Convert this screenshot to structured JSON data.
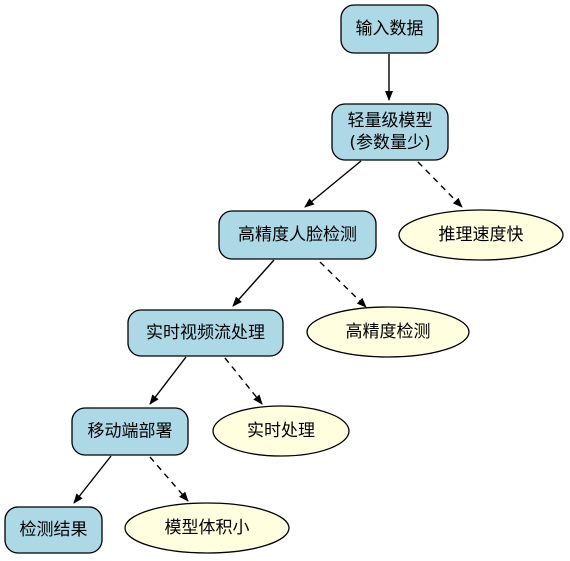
{
  "colors": {
    "process_fill": "#add8e6",
    "feature_fill": "#ffffe0",
    "stroke": "#000000"
  },
  "nodes": [
    {
      "id": "input",
      "kind": "process",
      "lines": [
        "输入数据"
      ]
    },
    {
      "id": "model",
      "kind": "process",
      "lines": [
        "轻量级模型",
        "(参数量少)"
      ]
    },
    {
      "id": "fast",
      "kind": "feature",
      "lines": [
        "推理速度快"
      ]
    },
    {
      "id": "face",
      "kind": "process",
      "lines": [
        "高精度人脸检测"
      ]
    },
    {
      "id": "hp",
      "kind": "feature",
      "lines": [
        "高精度检测"
      ]
    },
    {
      "id": "video",
      "kind": "process",
      "lines": [
        "实时视频流处理"
      ]
    },
    {
      "id": "rt",
      "kind": "feature",
      "lines": [
        "实时处理"
      ]
    },
    {
      "id": "mobile",
      "kind": "process",
      "lines": [
        "移动端部署"
      ]
    },
    {
      "id": "small",
      "kind": "feature",
      "lines": [
        "模型体积小"
      ]
    },
    {
      "id": "result",
      "kind": "process",
      "lines": [
        "检测结果"
      ]
    }
  ],
  "edges": [
    {
      "from": "input",
      "to": "model",
      "style": "solid"
    },
    {
      "from": "model",
      "to": "face",
      "style": "solid"
    },
    {
      "from": "model",
      "to": "fast",
      "style": "dashed"
    },
    {
      "from": "face",
      "to": "video",
      "style": "solid"
    },
    {
      "from": "face",
      "to": "hp",
      "style": "dashed"
    },
    {
      "from": "video",
      "to": "mobile",
      "style": "solid"
    },
    {
      "from": "video",
      "to": "rt",
      "style": "dashed"
    },
    {
      "from": "mobile",
      "to": "result",
      "style": "solid"
    },
    {
      "from": "mobile",
      "to": "small",
      "style": "dashed"
    }
  ]
}
